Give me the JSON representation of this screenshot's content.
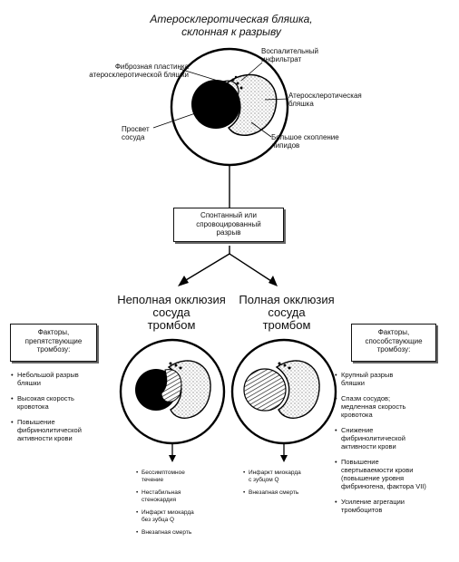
{
  "title": "Атеросклеротическая бляшка,\nсклонная к разрыву",
  "labels": {
    "fibrous_cap": "Фиброзная пластинка\nатеросклеротической бляшки",
    "inflammatory_infiltrate": "Воспалительный\nинфильтрат",
    "plaque": "Атеросклеротическая\nбляшка",
    "lumen": "Просвет\nсосуда",
    "lipid_pool": "Большое скопление\nлипидов"
  },
  "rupture_box": "Спонтанный или\nспровоцированный\nразрыв",
  "incomplete_title": "Неполная окклюзия\nсосуда\nтромбом",
  "complete_title": "Полная окклюзия\nсосуда\nтромбом",
  "left_factors": {
    "header": "Факторы,\nпрепятствующие\nтромбозу:",
    "items": [
      "Небольшой разрыв\nбляшки",
      "Высокая скорость\nкровотока",
      "Повышение\nфибринолитической\nактивности крови"
    ]
  },
  "right_factors": {
    "header": "Факторы,\nспособствующие\nтромбозу:",
    "items": [
      "Крупный разрыв\nбляшки",
      "Спазм сосудов;\nмедленная скорость\nкровотока",
      "Снижение\nфибринолитической\nактивности крови",
      "Повышение\nсвертываемости крови\n(повышение уровня\nфибриногена, фактора VII)",
      "Усиление агрегации\nтромбоцитов"
    ]
  },
  "incomplete_outcomes": [
    "Бессимптомное\nтечение",
    "Нестабильная\nстенокардия",
    "Инфаркт миокарда\nбез зубца Q",
    "Внезапная смерть"
  ],
  "complete_outcomes": [
    "Инфаркт миокарда\nс зубцом Q",
    "Внезапная смерть"
  ]
}
